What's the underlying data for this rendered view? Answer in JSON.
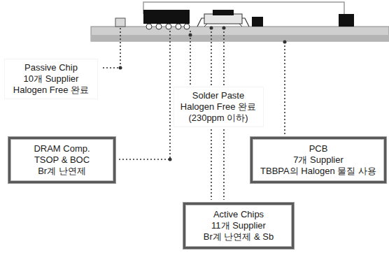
{
  "diagram": {
    "nodes": [
      {
        "text": [
          "Passive Chip",
          "10개 Supplier",
          "Halogen Free 완료"
        ]
      },
      {
        "text": [
          "Solder Paste",
          "Halogen Free 완료",
          "(230ppm 이하)"
        ]
      },
      {
        "text": [
          "DRAM Comp.",
          "TSOP & BOC",
          "Br계 난연제"
        ]
      },
      {
        "text": [
          "PCB",
          "7개 Supplier",
          "TBBPA의 Halogen 물질 사용"
        ]
      },
      {
        "text": [
          "Active Chips",
          "11개 Supplier",
          "Br계 난연제 & Sb"
        ]
      }
    ]
  }
}
